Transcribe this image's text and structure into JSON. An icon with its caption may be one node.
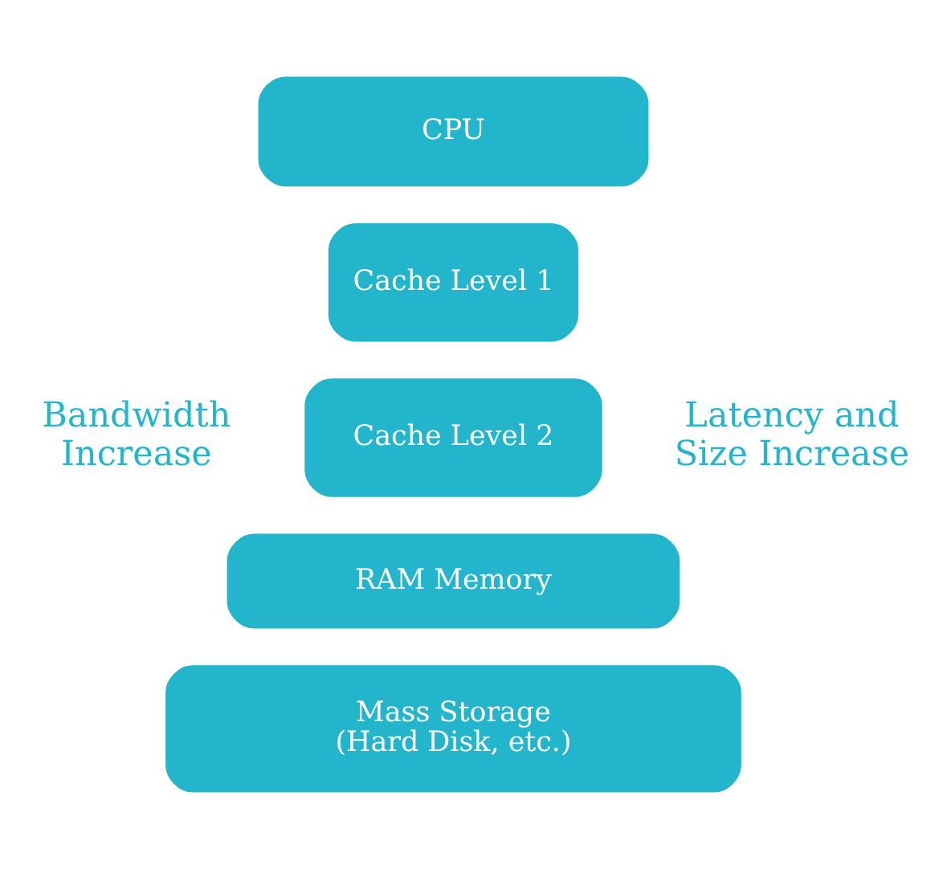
{
  "diagram": {
    "nodes": [
      {
        "text": [
          "CPU"
        ]
      },
      {
        "text": [
          "Cache Level 1"
        ]
      },
      {
        "text": [
          "Cache Level 2"
        ]
      },
      {
        "text": [
          "RAM Memory"
        ]
      },
      {
        "text": [
          "Mass Storage",
          "(Hard Disk, etc.)"
        ]
      }
    ],
    "labels": [
      "Bandwidth Increase",
      "Latency and Size Increase"
    ]
  }
}
